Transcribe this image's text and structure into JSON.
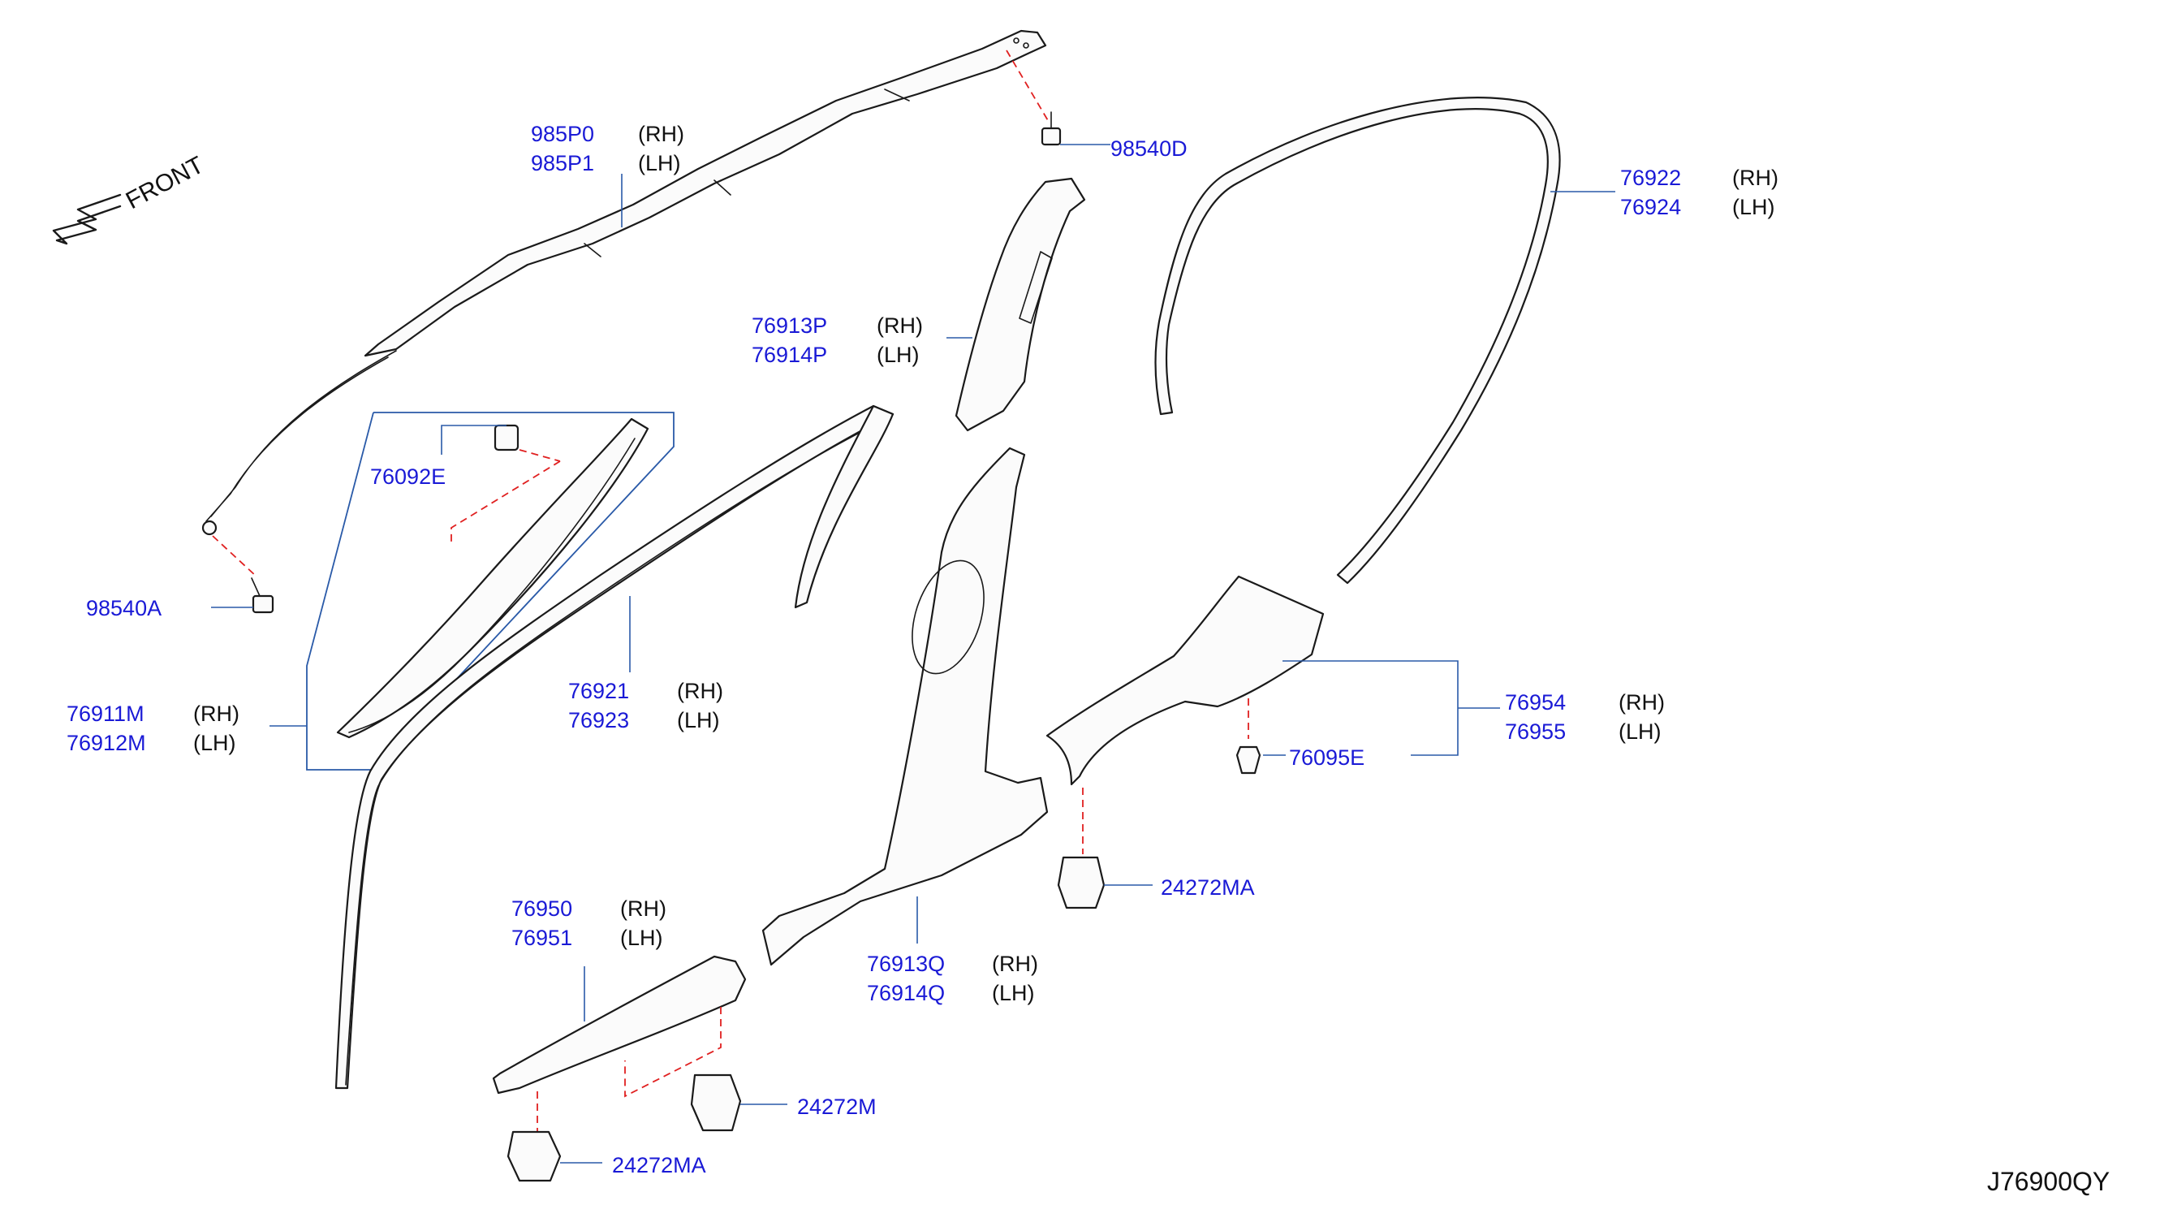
{
  "diagram": {
    "front_label": "FRONT",
    "diagram_code": "J76900QY",
    "callouts": {
      "c985P0": {
        "part_no": "985P0",
        "side": "(RH)"
      },
      "c985P1": {
        "part_no": "985P1",
        "side": "(LH)"
      },
      "c98540D": {
        "part_no": "98540D"
      },
      "c76922": {
        "part_no": "76922",
        "side": "(RH)"
      },
      "c76924": {
        "part_no": "76924",
        "side": "(LH)"
      },
      "c76913P": {
        "part_no": "76913P",
        "side": "(RH)"
      },
      "c76914P": {
        "part_no": "76914P",
        "side": "(LH)"
      },
      "c76092E": {
        "part_no": "76092E"
      },
      "c98540A": {
        "part_no": "98540A"
      },
      "c76911M": {
        "part_no": "76911M",
        "side": "(RH)"
      },
      "c76912M": {
        "part_no": "76912M",
        "side": "(LH)"
      },
      "c76921": {
        "part_no": "76921",
        "side": "(RH)"
      },
      "c76923": {
        "part_no": "76923",
        "side": "(LH)"
      },
      "c76954": {
        "part_no": "76954",
        "side": "(RH)"
      },
      "c76955": {
        "part_no": "76955",
        "side": "(LH)"
      },
      "c76095E": {
        "part_no": "76095E"
      },
      "c24272MA_right": {
        "part_no": "24272MA"
      },
      "c76950": {
        "part_no": "76950",
        "side": "(RH)"
      },
      "c76951": {
        "part_no": "76951",
        "side": "(LH)"
      },
      "c76913Q": {
        "part_no": "76913Q",
        "side": "(RH)"
      },
      "c76914Q": {
        "part_no": "76914Q",
        "side": "(LH)"
      },
      "c24272M": {
        "part_no": "24272M"
      },
      "c24272MA_bottom": {
        "part_no": "24272MA"
      }
    }
  }
}
